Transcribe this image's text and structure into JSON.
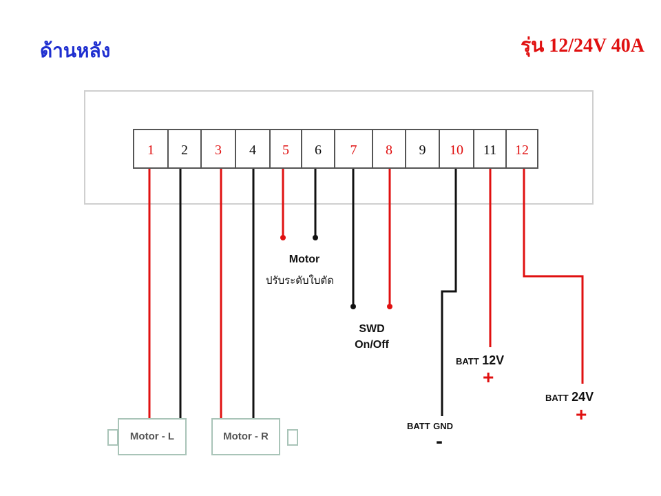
{
  "header": {
    "title_left": "ด้านหลัง",
    "title_right": "รุ่น 12/24V 40A"
  },
  "terminals": [
    {
      "num": "1",
      "color": "#e01010"
    },
    {
      "num": "2",
      "color": "#111111"
    },
    {
      "num": "3",
      "color": "#e01010"
    },
    {
      "num": "4",
      "color": "#111111"
    },
    {
      "num": "5",
      "color": "#e01010"
    },
    {
      "num": "6",
      "color": "#111111"
    },
    {
      "num": "7",
      "color": "#e01010"
    },
    {
      "num": "8",
      "color": "#e01010"
    },
    {
      "num": "9",
      "color": "#111111"
    },
    {
      "num": "10",
      "color": "#e01010"
    },
    {
      "num": "11",
      "color": "#111111"
    },
    {
      "num": "12",
      "color": "#e01010"
    }
  ],
  "labels": {
    "motor_adjust_title": "Motor",
    "motor_adjust_sub": "ปรับระดับใบตัด",
    "swd_title": "SWD",
    "swd_sub": "On/Off",
    "motor_left": "Motor - L",
    "motor_right": "Motor - R",
    "batt_12v_prefix": "BATT",
    "batt_12v_value": "12V",
    "batt_12v_sign": "+",
    "batt_24v_prefix": "BATT",
    "batt_24v_value": "24V",
    "batt_24v_sign": "+",
    "batt_gnd_prefix": "BATT",
    "batt_gnd_value": "GND",
    "batt_gnd_sign": "-"
  },
  "colors": {
    "title_blue": "#1f2fd0",
    "accent_red": "#e01010",
    "wire_black": "#111111",
    "motor_border": "#a9c4b8"
  }
}
